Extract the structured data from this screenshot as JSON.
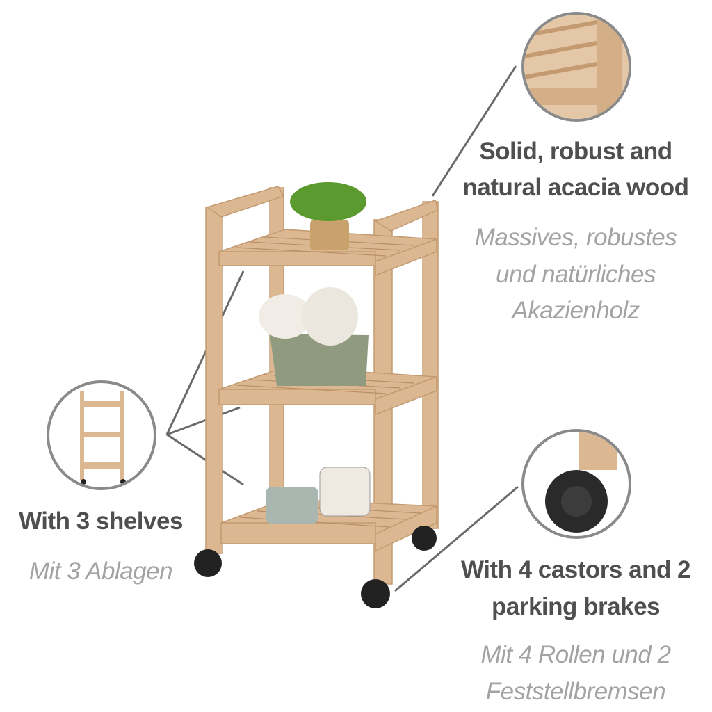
{
  "features": {
    "wood": {
      "en_line1": "Solid, robust and",
      "en_line2": "natural acacia wood",
      "de_line1": "Massives, robustes",
      "de_line2": "und natürliches",
      "de_line3": "Akazienholz"
    },
    "shelves": {
      "en": "With 3 shelves",
      "de": "Mit 3 Ablagen"
    },
    "castors": {
      "en_line1": "With 4 castors and 2",
      "en_line2": "parking brakes",
      "de_line1": "Mit 4 Rollen und 2",
      "de_line2": "Feststellbremsen"
    }
  },
  "colors": {
    "wood": "#dcb892",
    "wood_dark": "#c49a70",
    "text_dark": "#4f4f4f",
    "text_light": "#a3a3a3",
    "line": "#6a6a6a"
  }
}
